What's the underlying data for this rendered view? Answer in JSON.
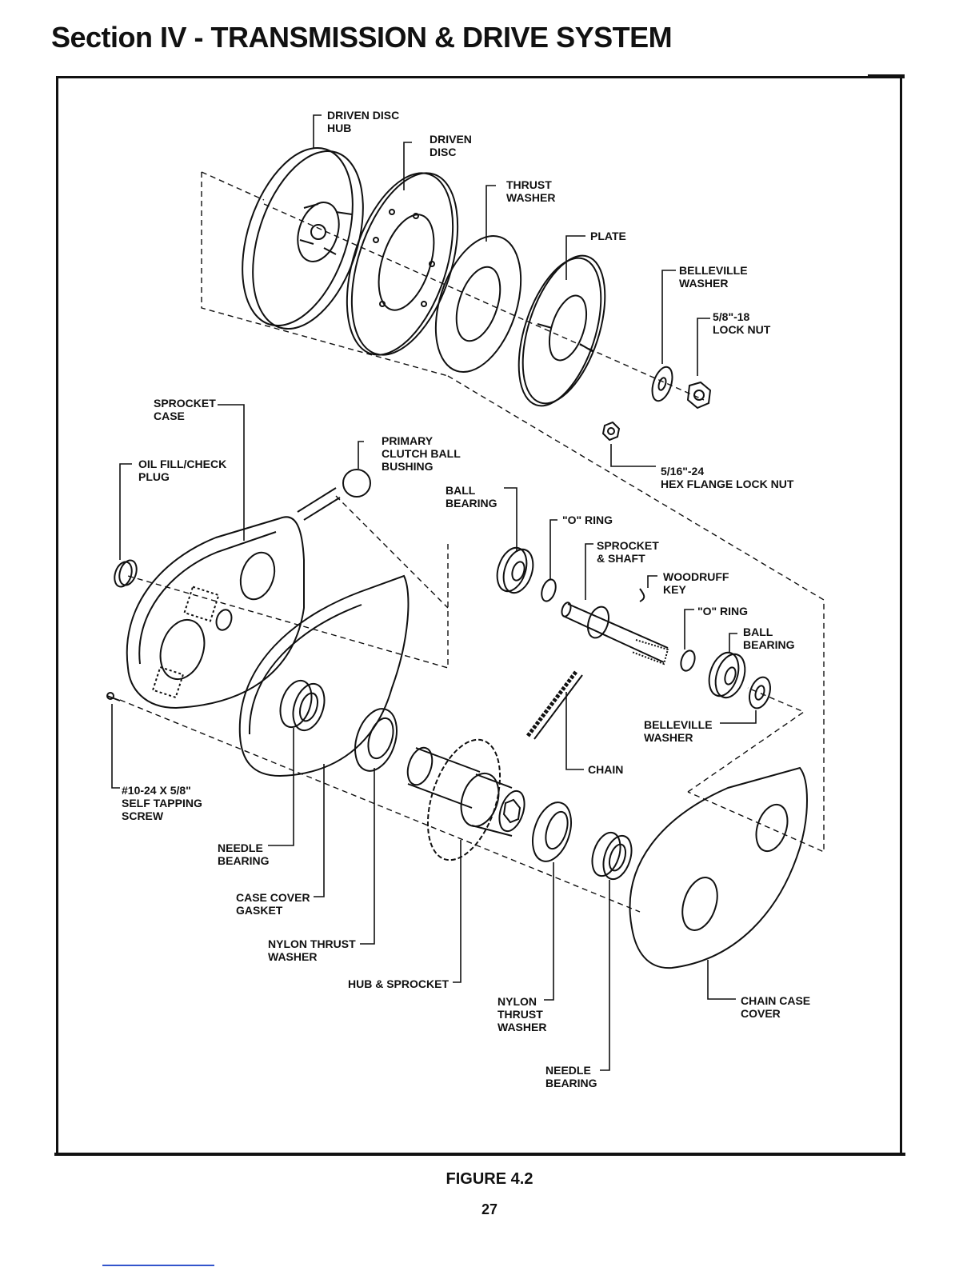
{
  "header": {
    "title": "Section IV - TRANSMISSION & DRIVE SYSTEM"
  },
  "labels": {
    "driven_disc_hub": "DRIVEN DISC\nHUB",
    "driven_disc": "DRIVEN\nDISC",
    "thrust_washer": "THRUST\nWASHER",
    "plate": "PLATE",
    "belleville_washer_top": "BELLEVILLE\nWASHER",
    "lock_nut_58": "5/8\"-18\nLOCK NUT",
    "sprocket_case": "SPROCKET\nCASE",
    "primary_clutch_ball_bushing": "PRIMARY\nCLUTCH BALL\nBUSHING",
    "oil_fill_check_plug": "OIL FILL/CHECK\nPLUG",
    "hex_flange_lock_nut": "5/16\"-24\nHEX FLANGE LOCK NUT",
    "ball_bearing_left": "BALL\nBEARING",
    "o_ring_left": "\"O\" RING",
    "sprocket_shaft": "SPROCKET\n& SHAFT",
    "woodruff_key": "WOODRUFF\nKEY",
    "o_ring_right": "\"O\" RING",
    "ball_bearing_right": "BALL\nBEARING",
    "belleville_washer_bottom": "BELLEVILLE\nWASHER",
    "chain": "CHAIN",
    "screw": "#10-24 X 5/8\"\nSELF TAPPING\nSCREW",
    "needle_bearing_left": "NEEDLE\nBEARING",
    "case_cover_gasket": "CASE COVER\nGASKET",
    "nylon_thrust_washer_left": "NYLON THRUST\nWASHER",
    "hub_sprocket": "HUB & SPROCKET",
    "nylon_thrust_washer_right": "NYLON\nTHRUST\nWASHER",
    "needle_bearing_right": "NEEDLE\nBEARING",
    "chain_case_cover": "CHAIN CASE\nCOVER"
  },
  "footer": {
    "figure": "FIGURE 4.2",
    "page": "27"
  }
}
